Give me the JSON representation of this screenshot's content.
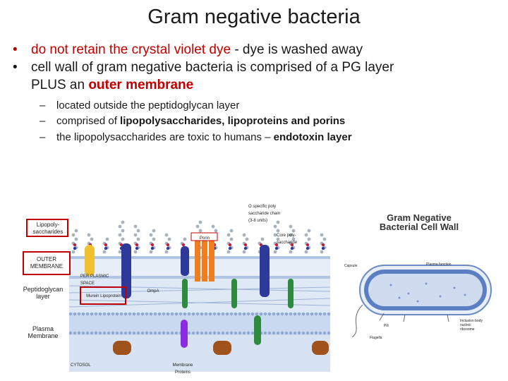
{
  "slide": {
    "title": "Gram negative bacteria",
    "bullet1": {
      "red": "do not retain the crystal violet dye",
      "rest": " -  dye is washed away"
    },
    "bullet2": {
      "text": "cell wall of gram negative bacteria is comprised of a PG layer",
      "line2_prefix": "PLUS an ",
      "line2_red": "outer membrane"
    },
    "sub1": "located outside the peptidoglycan layer",
    "sub2": {
      "prefix": "comprised of ",
      "bold": "lipopolysaccharides, lipoproteins and porins"
    },
    "sub3": {
      "prefix": "the lipopolysaccharides are toxic to humans – ",
      "bold": "endotoxin layer"
    }
  },
  "figure": {
    "left_labels": {
      "lps": "Lipopoly-\nsaccharides",
      "outer": "OUTER\nMEMBRANE",
      "pg": "Peptidoglycan\nlayer",
      "plasma": "Plasma\nMembrane"
    },
    "inner_labels": {
      "o_specific": "O specific poly\nsaccharide chain\n(3-8 units)",
      "core": "Core poly-\nsaccharide",
      "porin": "Porin",
      "periplasmic": "PER PLASMIC\nSPACE",
      "murein": "Murein Lipoprotein",
      "ompa": "OmpA",
      "cytosol": "CYTOSOL",
      "membrane_proteins": "Membrane\nProteins"
    },
    "cell_title": "Gram Negative\nBacterial Cell Wall",
    "cell_labels": {
      "capsule": "Capsule",
      "pili": "Pili",
      "flagella": "Flagella",
      "plasma_fn": "Plasma function",
      "inclusion": "Inclusion body\nnucleic\nribosome"
    }
  },
  "colors": {
    "accent_red": "#c00000",
    "membrane_blue": "#c9daf0",
    "protein_blue": "#2e3a9a",
    "porin_orange": "#f07d1e",
    "green": "#2e8b3e",
    "purple": "#8a2be2",
    "brown": "#a0521d",
    "yellow": "#f0c030"
  }
}
